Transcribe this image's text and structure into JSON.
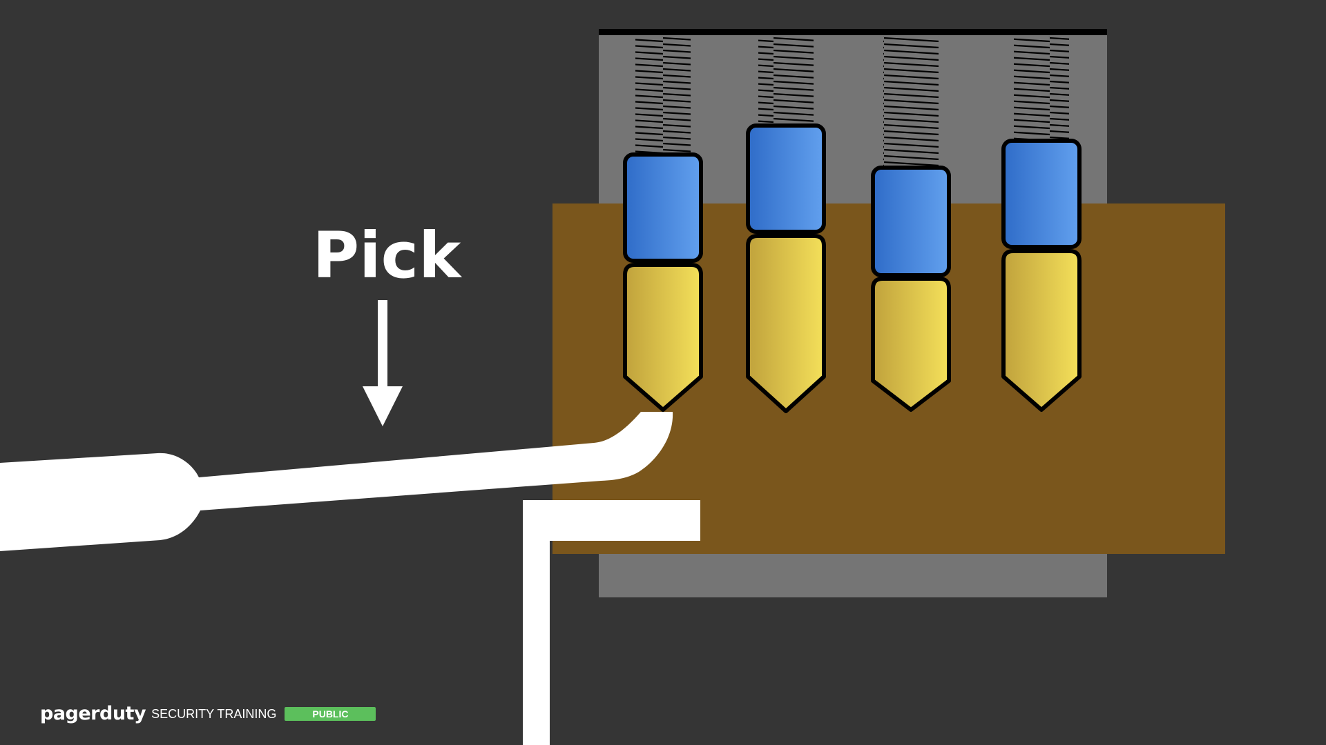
{
  "labels": {
    "tool": "Pick"
  },
  "footer": {
    "brand": "pagerduty",
    "subtitle": "SECURITY TRAINING",
    "badge": "PUBLIC"
  },
  "colors": {
    "background": "#353535",
    "lock_housing": "#757575",
    "plug": "#7a561c",
    "driver_pin": "#3f7fd8",
    "key_pin": "#e8cf48",
    "tool": "#ffffff",
    "badge": "#5cbf5c"
  }
}
